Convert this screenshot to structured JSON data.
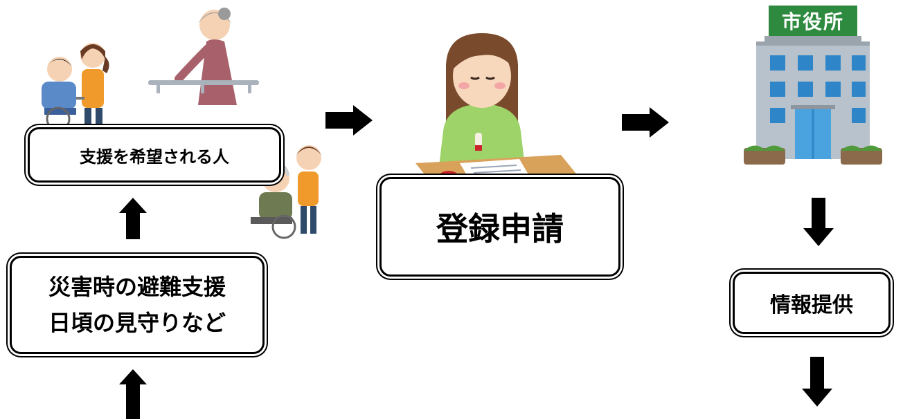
{
  "flow": {
    "applicant_box": {
      "label": "支援を希望される人"
    },
    "purpose_box": {
      "line1": "災害時の避難支援",
      "line2": "日頃の見守りなど"
    },
    "application_box": {
      "label": "登録申請"
    },
    "city_hall": {
      "sign": "市役所"
    },
    "provision_box": {
      "label": "情報提供"
    }
  },
  "colors": {
    "arrow": "#000000",
    "city_hall_sign_bg": "#2d8a3e",
    "building_wall": "#b8c2cc",
    "window": "#2e86c8",
    "woman_sweater": "#9ed36a",
    "desk": "#d9a25a",
    "caregiver_apron": "#f19a2c"
  },
  "icons": [
    "arrow-right-icon",
    "arrow-down-icon",
    "arrow-up-icon",
    "wheelchair-caregiver-illustration",
    "elderly-walking-illustration",
    "woman-signing-illustration",
    "city-hall-illustration"
  ]
}
